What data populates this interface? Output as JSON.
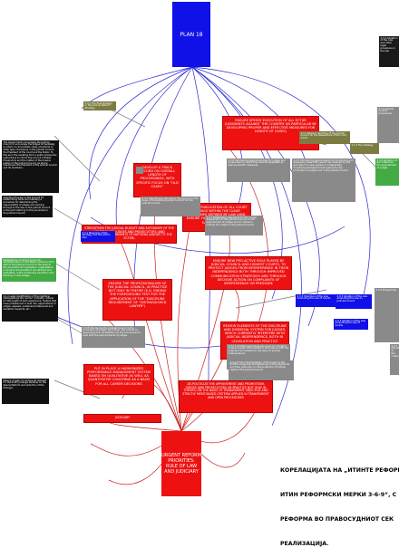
{
  "title": "PLAN 18",
  "root_label": "URGENT REFORM PRIORITIES: RULE OF LAW AND JUDICIARY",
  "caption_lines": [
    "КОРЕЛАЦИЈАТА НА „ИТИНТЕ РЕФОРМ",
    "ИТИН РЕФОРМСКИ МЕРКИ 3-6-9“, С",
    "РЕФОРМА ВО ПРАВОСУДНИОТ СЕК",
    "РЕАЛИЗАЦИЈА."
  ],
  "nodes": [
    {
      "id": "n-judiciary",
      "text": "JUDICIARY"
    },
    {
      "id": "n-depoliticise",
      "text": "DE-POLITICIZE THE APPOINTMENT AND PROMOTIONS JUDGES AND PROSECUTORS (IN PRACTICE NOT ONLY IN THEORY) ON THE BASIS OF TRANSPARENT OBJECTIVE AND STRICTLY MERIT-BASED CRITERIA APPLIED IN TRANSPARENT AND OPEN PROCEDURES"
    },
    {
      "id": "n-harmonized",
      "text": "PUT IN PLACE A HARMONIZED PERFORMANCE MANAGEMENT SYSTEM BASED ON QUALITATIVE AS WELL AS QUANTITATIVE CONCERNS AS A BASIS FOR ALL CAREER DECISIONS"
    },
    {
      "id": "n-review",
      "text": "REVIEW ELEMENTS OF THE DISCIPLINE AND DISMISSAL SYSTEM FOR JUDGES, WHICH CURRENTLY INTERFERE WITH JUDICIAL INDEPENDENCE, BOTH IN LEGISLATION AND PRACTICE"
    },
    {
      "id": "n-ensure-professional",
      "text": "ENSURE THE PROFESSIONALISM OF THE JUDICIAL COUNCIL, IN PRACTICE NOT ONLY IN THEORY (E.G. ENDING THE FOREGROUND TEST FOR THE APPLICATION OF THE “DISCIPLINE REQUIREMENT OF “DISTINGUISHED LAWYER”)"
    },
    {
      "id": "n-ensure-new",
      "text": "ENSURE NEW PRO-ACTIVE ROLE PLAYED BY JUDICIAL COUNCIL AND HIGHEST COURTS, TO PROTECT JUDGES FROM INTERFERENCE IN THEIR INDEPENDENCE BOTH THROUGH IMPROVED COMMUNICATION STRATEGIES AND THROUGH DECISIVE ACTION ON COMPLAINTS OF INTERFERENCE OR PRESSURE"
    },
    {
      "id": "n-strengthen",
      "text": "STRENGTHEN THE JUDICIAL BUDGET AND AUTONOMY OF THE ACADEMY FOR JUDGES AND PROSECUTORS (AND ENCOURAGE SECONDMENTS OF NATIONAL JUDGES TO THE ECTHR)"
    },
    {
      "id": "n-ensure-pub",
      "text": "ENSURE PUBLICATION OF ALL COURT RULINGS WITHIN THE CLEAR DEADLINES DEFINED BY LAW (AND ENSURE FULL “SEARCHABILITY” AND EASE OF ACCESS)"
    },
    {
      "id": "n-develop",
      "text": "DEVELOP A TRACK RECORD ON OVERALL LENGTH OF PROCEEDINGS, WITH SPECIFIC FOCUS ON “OLD CASES”"
    },
    {
      "id": "n-ensure-speedy",
      "text": "ENSURE SPEEDY EXECUTION OF ALL ECTHR JUDGMENTS AGAINST THE COUNTRY (IN PARTICULAR BY DEVELOPING PROPER AND EFFECTIVE MEASURES FOR LENGTH OF CASES)"
    },
    {
      "id": "g-council",
      "text": "The Government encourages the Judicial Council to encourage the judges immediately to inform on all possible cases of political or other type of pressure in the Judicial Council, the President of the Court and the Public. To this end, the resulting from a public prosecutor, instructions to inform the Council of Public Prosecutors and the matter of the mission Justice of the Judicial Council, as above mentioned, the President of the Judicial Council and its members."
    },
    {
      "id": "g-law",
      "text": "Adopting the Law on the Council for Determining Facts and initiating a procedure for determining the responsibility of judges and working through to the law on the Judicial Council in the part referring to the procedure in the Judicial Council."
    },
    {
      "id": "g-academy",
      "text": "Establishing a training group for whistleblowers on the basis of facts and for said to the Judicial Council in the area of the procedure for evaluation, organization of project, the benefit of recruitment and evaluation in the continuing education and training of new judges."
    },
    {
      "id": "g-legal",
      "text": "2.1.x Legal identification of the interface; distinguishing the ‘anchor’ modality, criteria for the length of work experience, holders that have professional or dual role, appointment of judges, appeals, sustained professional and academic supports, etc."
    },
    {
      "id": "g-making",
      "text": "Making of web connecting all relevant for the draft! (Change the Rule on the Special Reform and reduction of the timings)."
    },
    {
      "id": "b-measure1",
      "text": "2.3.1 Measures of the Strategy and the Action Plan"
    },
    {
      "id": "b-measure2",
      "text": "2.3.3 Chairman of the Law Amending the Law of Courts"
    },
    {
      "id": "b-measure3",
      "text": "2.3.3 Adoption of the Law Amending the Law on Judicial Council"
    },
    {
      "id": "b-measure4",
      "text": "2.3.3 Adoption of the Law Amending the Law of Courts"
    },
    {
      "id": "o-strategy",
      "text": "2.3.1 The final strategy in the Judicial Reform Strategy"
    },
    {
      "id": "o-eval",
      "text": "2.3.1 Regular reporting of the Judicial Council on the assessment of the court works"
    },
    {
      "id": "o-small1",
      "text": "2.3.1 The strategy"
    },
    {
      "id": "o-track",
      "text": "2.3.6 Introducing special benches for judges and prosecutors in which they test the appellate as well as specific measures"
    },
    {
      "id": "o-vertical",
      "text": "2.3.9 Introducing special teams for monitoring and assessing cases that need to be resolved by the principle of a new system in independent monitoring framework and system for the promotion of judges and in the Judicial Council."
    },
    {
      "id": "o-new-rule",
      "text": "2.3.1 Introducing new rule to the Council on the Rules of Procedure (Judicial Council) for the Judicial Council."
    },
    {
      "id": "o-standards",
      "text": "2.4.1 Establishing standards for the proper assessment of the Judicial Council on the appointment of judges and for decision-making for judges to the Judicial Council"
    },
    {
      "id": "o-promote",
      "text": "2.3.8 Introducing the Judicial Council in the procedure of judges' promotion, the criteria for appointing the candidates and the procedures to deal with the appointments of judges."
    },
    {
      "id": "o-draft",
      "text": "2.3.2 A draft/proposal that was given for adoption of all accounts of the ECtHR in accordance with the judgment and related to the issue of judicial independence."
    },
    {
      "id": "o-ecthr",
      "text": "2.3.4.2 Full implementation of the rules on the ECtHR rulings and strengthening of the judgments and their execution on the protection of human rights of the Judicial Council."
    },
    {
      "id": "d-right1",
      "text": "2.3.2 Adoption of the rule and other legal provisions in the law"
    },
    {
      "id": "d-right2",
      "text": "2.3.4 Judicial Council procedures"
    },
    {
      "id": "d-right3",
      "text": "2.3.6 Adoption of the criteria for the appointment of judges"
    },
    {
      "id": "d-right4",
      "text": "2.3.9 Programme"
    },
    {
      "id": "d-right5",
      "text": "2.3.7 Monitoring of the criteria"
    }
  ]
}
